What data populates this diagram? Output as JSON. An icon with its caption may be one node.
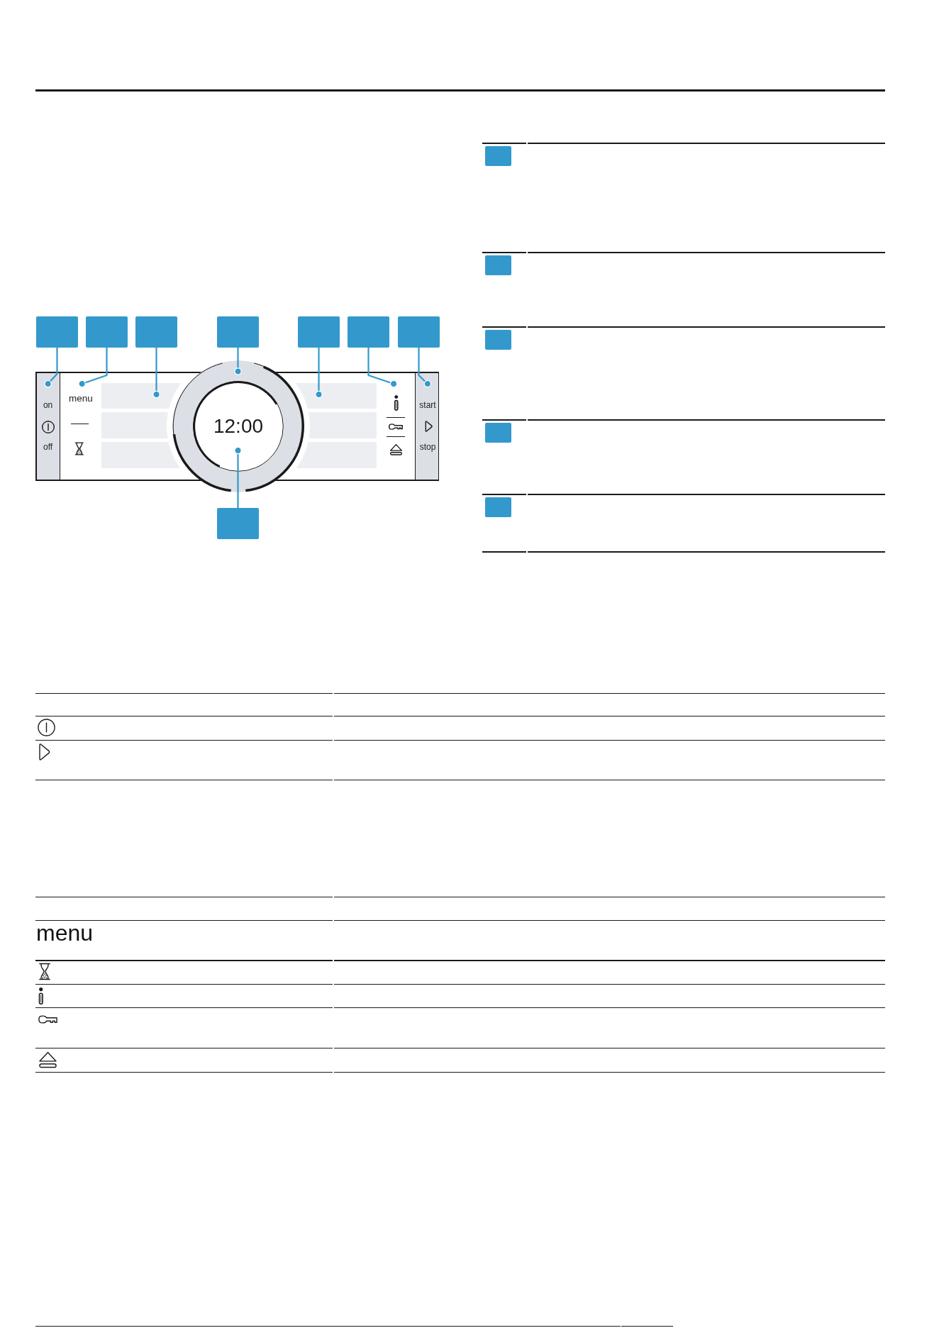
{
  "diagram": {
    "nodes": [
      {
        "text": [],
        "shape": "box"
      },
      {
        "text": [],
        "shape": "box"
      },
      {
        "text": [],
        "shape": "box"
      },
      {
        "text": [],
        "shape": "box"
      },
      {
        "text": [],
        "shape": "box"
      },
      {
        "text": [],
        "shape": "box"
      },
      {
        "text": [],
        "shape": "box"
      },
      {
        "text": [
          "on",
          "off"
        ]
      },
      {
        "text": [
          "menu"
        ]
      },
      {
        "text": [],
        "shape": "box"
      },
      {
        "text": [],
        "shape": "circle"
      },
      {
        "text": [
          "12:00"
        ],
        "in": 10
      },
      {
        "text": [],
        "shape": "box"
      },
      {
        "text": [],
        "shape": "picture"
      },
      {
        "text": [
          "start",
          "stop"
        ]
      },
      {
        "text": [],
        "shape": "box"
      },
      {
        "text": [],
        "shape": "box"
      },
      {
        "text": [],
        "shape": "box"
      },
      {
        "text": [],
        "shape": "box"
      },
      {
        "text": [],
        "shape": "box"
      },
      {
        "text": [],
        "shape": "box"
      }
    ],
    "edges": [
      {
        "from": 0,
        "to": 7,
        "arrow": "other"
      },
      {
        "from": 1,
        "to": 8,
        "arrow": "other"
      },
      {
        "from": 2,
        "to": 9,
        "arrow": "other"
      },
      {
        "from": 3,
        "to": 10,
        "arrow": "other"
      },
      {
        "from": 4,
        "to": 12,
        "arrow": "other"
      },
      {
        "from": 5,
        "to": 13,
        "arrow": "other"
      },
      {
        "from": 6,
        "to": 14,
        "arrow": "other"
      },
      {
        "from": 15,
        "to": 11,
        "arrow": "other"
      }
    ],
    "labels": [
      "menu"
    ]
  }
}
